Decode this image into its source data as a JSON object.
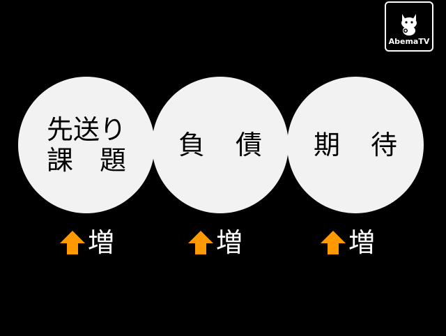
{
  "circles": [
    {
      "line1": "先送り",
      "line2a": "課",
      "line2b": "題"
    },
    {
      "char1": "負",
      "char2": "債"
    },
    {
      "char1": "期",
      "char2": "待"
    }
  ],
  "indicators": [
    {
      "label": "増",
      "icon": "up-arrow-icon"
    },
    {
      "label": "増",
      "icon": "up-arrow-icon"
    },
    {
      "label": "増",
      "icon": "up-arrow-icon"
    }
  ],
  "logo": {
    "text": "AbemaTV"
  },
  "colors": {
    "background": "#000000",
    "circle": "#f2f2f2",
    "arrow": "#ff9900",
    "text_on_dark": "#ffffff"
  }
}
